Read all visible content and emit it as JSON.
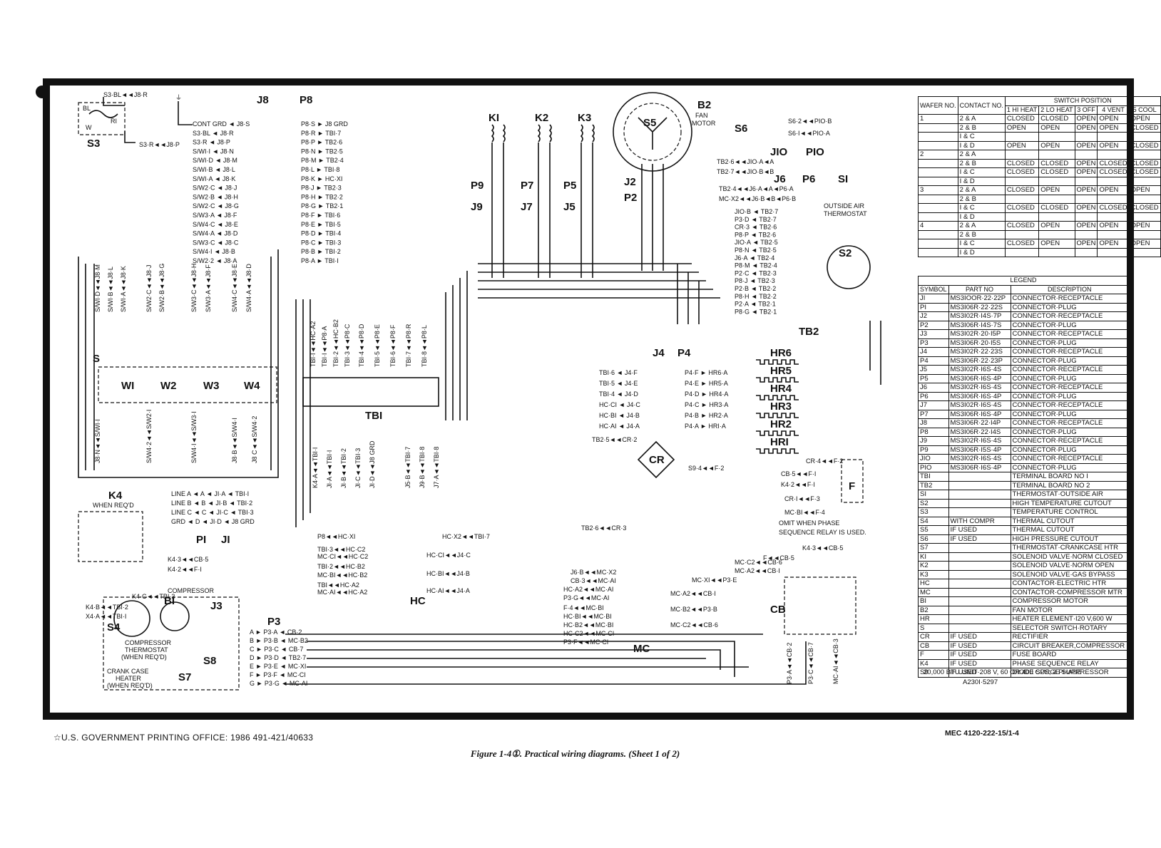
{
  "diagram": {
    "components": {
      "S3": "S3",
      "K4": "K4",
      "K4_note": "WHEN REQ'D",
      "S": "S",
      "W1": "WI",
      "W2": "W2",
      "W3": "W3",
      "W4": "W4",
      "TB1": "TBI",
      "P1": "PI",
      "J1": "JI",
      "HC": "HC",
      "MC": "MC",
      "CR": "CR",
      "F": "F",
      "CB": "CB",
      "S4": "S4",
      "S7": "S7",
      "S8": "S8",
      "P3": "P3",
      "J3": "J3",
      "B1": "BI",
      "K1": "KI",
      "K2": "K2",
      "K3": "K3",
      "P9": "P9",
      "J9": "J9",
      "P7": "P7",
      "J7": "J7",
      "P5": "P5",
      "J5": "J5",
      "B2": "B2",
      "B2_desc1": "FAN",
      "B2_desc2": "MOTOR",
      "S5": "S5",
      "S6": "S6",
      "J2": "J2",
      "P2": "P2",
      "J10": "JIO",
      "P10": "PIO",
      "J6": "J6",
      "P6": "P6",
      "S1": "SI",
      "S1_desc1": "OUTSIDE AIR",
      "S1_desc2": "THERMOSTAT",
      "S2": "S2",
      "TB2": "TB2",
      "J4": "J4",
      "P4": "P4",
      "HR1": "HRI",
      "HR2": "HR2",
      "HR3": "HR3",
      "HR4": "HR4",
      "HR5": "HR5",
      "HR6": "HR6",
      "J8": "J8",
      "P8": "P8",
      "compressor": "COMPRESSOR",
      "comp_thermo1": "COMPRESSOR",
      "comp_thermo2": "THERMOSTAT",
      "comp_thermo3": "(WHEN REQ'D)",
      "crank1": "CRANK CASE",
      "crank2": "HEATER",
      "crank3": "(WHEN REQ'D)",
      "omit1": "OMIT WHEN PHASE",
      "omit2": "SEQUENCE RELAY IS USED."
    },
    "j8_wires": [
      "CONT GRD ◄ J8·S",
      "S3·BL ◄ J8·R",
      "S3·R ◄ J8·P",
      "S/WI·I ◄ J8·N",
      "S/WI·D ◄ J8·M",
      "S/WI·B ◄ J8·L",
      "S/WI·A ◄ J8·K",
      "S/W2·C ◄ J8·J",
      "S/W2·B ◄ J8·H",
      "S/W2·C ◄ J8·G",
      "S/W3·A ◄ J8·F",
      "S/W4·C ◄ J8·E",
      "S/W4·A ◄ J8·D",
      "S/W3·C ◄ J8·C",
      "S/W4·I ◄ J8·B",
      "S/W2·2 ◄ J8·A"
    ],
    "p8_wires": [
      "P8·S ► J8 GRD",
      "P8·R ► TBI·7",
      "P8·P ► TB2·6",
      "P8·N ► TB2·5",
      "P8·M ► TB2·4",
      "P8·L ► TBI·8",
      "P8·K ► HC·XI",
      "P8·J ► TB2·3",
      "P8·H ► TB2·2",
      "P8·G ► TB2·1",
      "P8·F ► TBI·6",
      "P8·E ► TBI·5",
      "P8·D ► TBI·4",
      "P8·C ► TBI·3",
      "P8·B ► TBI·2",
      "P8·A ► TBI·I"
    ],
    "tb2_wires": [
      "JIO·B ◄ TB2·7",
      "P3·D ◄ TB2·7",
      "CR·3 ◄ TB2·6",
      "P8·P ◄ TB2·6",
      "JIO·A ◄ TB2·5",
      "P8·N ◄ TB2·5",
      "J6·A ◄ TB2·4",
      "P8·M ◄ TB2·4",
      "P2·C ◄ TB2·3",
      "P8·J ◄ TB2·3",
      "P2·B ◄ TB2·2",
      "P8·H ◄ TB2·2",
      "P2·A ◄ TB2·1",
      "P8·G ◄ TB2·1"
    ],
    "j4_wires": [
      "TBI·6 ◄ J4·F",
      "TBI·5 ◄ J4·E",
      "TBI·4 ◄ J4·D",
      "HC·CI ◄ J4·C",
      "HC·BI ◄ J4·B",
      "HC·AI ◄ J4·A"
    ],
    "p4_wires": [
      "P4·F ► HR6·A",
      "P4·E ► HR5·A",
      "P4·D ► HR4·A",
      "P4·C ► HR3·A",
      "P4·B ► HR2·A",
      "P4·A ► HRI·A"
    ],
    "line_wires": [
      "LINE A ◄ A ◄ JI·A ◄ TBI·I",
      "LINE B ◄ B ◄ JI·B ◄ TBI·2",
      "LINE C ◄ C ◄ JI·C ◄ TBI·3",
      "GRD ◄ D ◄ JI·D ◄ J8 GRD"
    ],
    "p3_wires": [
      "A ► P3·A ◄ CB·2",
      "B ► P3·B ◄ MC·B2",
      "C ► P3·C ◄ CB·7",
      "D ► P3·D ◄ TB2·7",
      "E ► P3·E ◄ MC·XI",
      "F ► P3·F ◄ MC·CI",
      "G ► P3·G ◄ MC·AI"
    ]
  },
  "switch_table": {
    "title": "SWITCH POSITION",
    "headers": [
      "WAFER NO.",
      "CONTACT NO.",
      "1 HI HEAT",
      "2 LO HEAT",
      "3 OFF",
      "4 VENT",
      "5 COOL"
    ],
    "rows": [
      [
        "1",
        "2 & A",
        "CLOSED",
        "CLOSED",
        "OPEN",
        "OPEN",
        "OPEN"
      ],
      [
        "",
        "2 & B",
        "OPEN",
        "OPEN",
        "OPEN",
        "OPEN",
        "CLOSED"
      ],
      [
        "",
        "I & C",
        "",
        "",
        "",
        "",
        ""
      ],
      [
        "",
        "I & D",
        "OPEN",
        "OPEN",
        "OPEN",
        "OPEN",
        "CLOSED"
      ],
      [
        "2",
        "2 & A",
        "",
        "",
        "",
        "",
        ""
      ],
      [
        "",
        "2 & B",
        "CLOSED",
        "CLOSED",
        "OPEN",
        "CLOSED",
        "CLOSED"
      ],
      [
        "",
        "I & C",
        "CLOSED",
        "CLOSED",
        "OPEN",
        "CLOSED",
        "CLOSED"
      ],
      [
        "",
        "I & D",
        "",
        "",
        "",
        "",
        ""
      ],
      [
        "3",
        "2 & A",
        "CLOSED",
        "OPEN",
        "OPEN",
        "OPEN",
        "OPEN"
      ],
      [
        "",
        "2 & B",
        "",
        "",
        "",
        "",
        ""
      ],
      [
        "",
        "I & C",
        "CLOSED",
        "CLOSED",
        "OPEN",
        "CLOSED",
        "CLOSED"
      ],
      [
        "",
        "I & D",
        "",
        "",
        "",
        "",
        ""
      ],
      [
        "4",
        "2 & A",
        "CLOSED",
        "OPEN",
        "OPEN",
        "OPEN",
        "OPEN"
      ],
      [
        "",
        "2 & B",
        "",
        "",
        "",
        "",
        ""
      ],
      [
        "",
        "I & C",
        "CLOSED",
        "OPEN",
        "OPEN",
        "OPEN",
        "OPEN"
      ],
      [
        "",
        "I & D",
        "",
        "",
        "",
        "",
        ""
      ]
    ]
  },
  "legend_table": {
    "title": "LEGEND",
    "headers": [
      "SYMBOL",
      "PART NO",
      "DESCRIPTION"
    ],
    "rows": [
      [
        "JI",
        "MS3IOOR·22·22P",
        "CONNECTOR·RECEPTACLE"
      ],
      [
        "PI",
        "MS3I06R·22·22S",
        "CONNECTOR·PLUG"
      ],
      [
        "J2",
        "MS3I02R·I4S·7P",
        "CONNECTOR·RECEPTACLE"
      ],
      [
        "P2",
        "MS3I06R·I4S·7S",
        "CONNECTOR·PLUG"
      ],
      [
        "J3",
        "MS3I02R·20·I5P",
        "CONNECTOR·RECEPTACLE"
      ],
      [
        "P3",
        "MS3I06R·20·I5S",
        "CONNECTOR·PLUG"
      ],
      [
        "J4",
        "MS3I02R·22·23S",
        "CONNECTOR·RECEPTACLE"
      ],
      [
        "P4",
        "MS3I06R·22·23P",
        "CONNECTOR·PLUG"
      ],
      [
        "J5",
        "MS3I02R·I6S·4S",
        "CONNECTOR·RECEPTACLE"
      ],
      [
        "P5",
        "MS3I06R·I6S·4P",
        "CONNECTOR·PLUG"
      ],
      [
        "J6",
        "MS3I02R·I6S·4S",
        "CONNECTOR·RECEPTACLE"
      ],
      [
        "P6",
        "MS3I06R·I6S·4P",
        "CONNECTOR·PLUG"
      ],
      [
        "J7",
        "MS3I02R·I6S·4S",
        "CONNECTOR·RECEPTACLE"
      ],
      [
        "P7",
        "MS3I06R·I6S·4P",
        "CONNECTOR·PLUG"
      ],
      [
        "J8",
        "MS3I06R·22·I4P",
        "CONNECTOR·RECEPTACLE"
      ],
      [
        "P8",
        "MS3I06R·22·I4S",
        "CONNECTOR·PLUG"
      ],
      [
        "J9",
        "MS3I02R·I6S·4S",
        "CONNECTOR·RECEPTACLE"
      ],
      [
        "P9",
        "MS3I06R·I5S·4P",
        "CONNECTOR·PLUG"
      ],
      [
        "JIO",
        "MS3I02R·I6S·4S",
        "CONNECTOR·RECEPTACLE"
      ],
      [
        "PIO",
        "MS3I06R·I6S·4P",
        "CONNECTOR·PLUG"
      ],
      [
        "TBI",
        "",
        "TERMINAL BOARD NO I"
      ],
      [
        "TB2",
        "",
        "TERMINAL BOARD NO 2"
      ],
      [
        "SI",
        "",
        "THERMOSTAT·OUTSIDE AIR"
      ],
      [
        "S2",
        "",
        "HIGH TEMPERATURE CUTOUT"
      ],
      [
        "S3",
        "",
        "TEMPERATURE CONTROL"
      ],
      [
        "S4",
        "WITH COMPR",
        "THERMAL CUTOUT"
      ],
      [
        "S5",
        "IF USED",
        "THERMAL CUTOUT"
      ],
      [
        "S6",
        "IF USED",
        "HIGH PRESSURE CUTOUT"
      ],
      [
        "S7",
        "",
        "THERMOSTAT·CRANKCASE HTR"
      ],
      [
        "KI",
        "",
        "SOLENOID VALVE·NORM CLOSED"
      ],
      [
        "K2",
        "",
        "SOLENOID VALVE·NORM OPEN"
      ],
      [
        "K3",
        "",
        "SOLENOID VALVE·GAS BYPASS"
      ],
      [
        "HC",
        "",
        "CONTACTOR·ELECTRIC HTR"
      ],
      [
        "MC",
        "",
        "CONTACTOR·COMPRESSOR MTR"
      ],
      [
        "BI",
        "",
        "COMPRESSOR MOTOR"
      ],
      [
        "B2",
        "",
        "FAN MOTOR"
      ],
      [
        "HR",
        "",
        "HEATER ELEMENT·I20 V,600 W"
      ],
      [
        "S",
        "",
        "SELECTOR SWITCH·ROTARY"
      ],
      [
        "CR",
        "IF USED",
        "RECTIFIER"
      ],
      [
        "CB",
        "IF USED",
        "CIRCUIT BREAKER,COMPRESSOR"
      ],
      [
        "F",
        "IF USED",
        "FUSE BOARD"
      ],
      [
        "K4",
        "IF USED",
        "PHASE SEQUENCE RELAY"
      ],
      [
        "S9",
        "IF USED",
        "DIODE SURGE SUPPRESSOR"
      ]
    ],
    "unit_note": "20,000 BTU UNIT·208 V, 60 OR 400 CPS, 3 PHASE",
    "drawing_no": "A230I·5297"
  },
  "footer": {
    "printing": "☆U.S. GOVERNMENT PRINTING OFFICE: 1986 491-421/40633",
    "doc_ref": "MEC 4120-222-15/1-4",
    "caption": "Figure 1-4①. Practical wiring diagrams. (Sheet 1 of 2)"
  }
}
